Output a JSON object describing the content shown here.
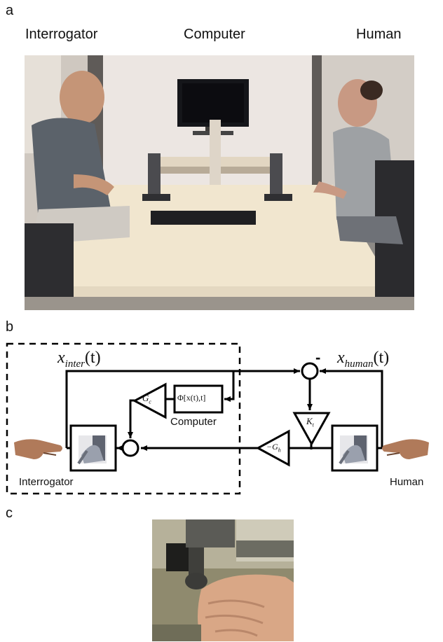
{
  "panels": {
    "a": "a",
    "b": "b",
    "c": "c"
  },
  "photo_a": {
    "labels": {
      "interrogator": "Interrogator",
      "computer": "Computer",
      "human": "Human"
    }
  },
  "diagram": {
    "signal_left": {
      "base": "x",
      "sub": "inter",
      "arg": "(t)"
    },
    "signal_right": {
      "base": "x",
      "sub": "human",
      "arg": "(t)"
    },
    "minus_sign": "-",
    "gain_c": {
      "base": "G",
      "sub": "c"
    },
    "gain_t": {
      "base": "K",
      "sub": "t"
    },
    "gain_h": {
      "prefix": "−G",
      "sub": "h"
    },
    "phi_block": "Φ[x(t),t]",
    "computer_label": "Computer",
    "interrogator_label": "Interrogator",
    "human_label": "Human"
  },
  "colors": {
    "wall": "#e9e3df",
    "table": "#f1e6cf",
    "floor": "#9a948c",
    "skin": "#d9a786"
  }
}
